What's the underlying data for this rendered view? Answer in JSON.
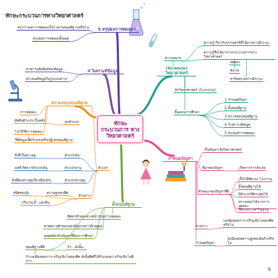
{
  "diagram": {
    "title": "ทักษะกระบวนการทางวิทยาศาสตร์",
    "nodes": [
      {
        "text": [
          "ทักษะ กระบวนการ ทางวิทยาศาสตร์"
        ]
      },
      {
        "text": [
          "(Science) วิทยาศาสตร์"
        ]
      },
      {
        "text": [
          "กำหนดปัญหา"
        ]
      },
      {
        "text": [
          "ตั้งสมมติฐาน"
        ]
      },
      {
        "text": [
          "ตรวจสอบสมมติฐาน"
        ]
      },
      {
        "text": [
          "4 วิเคราะห์ข้อมูล"
        ]
      },
      {
        "text": [
          "5 สรุปผลการทดลอง"
        ]
      }
    ],
    "edges": [
      {
        "from": 0,
        "to": 1,
        "arrow": "none"
      },
      {
        "from": 0,
        "to": 2,
        "arrow": "none"
      },
      {
        "from": 0,
        "to": 3,
        "arrow": "none"
      },
      {
        "from": 0,
        "to": 4,
        "arrow": "none"
      },
      {
        "from": 0,
        "to": 5,
        "arrow": "none"
      },
      {
        "from": 0,
        "to": 6,
        "arrow": "none"
      }
    ],
    "labels": [
      "ความหมาย",
      "ความรู้เกี่ยวกับธรรมชาติที่ได้มาอย่างมีระบบ",
      "ความรู้ซึ่งได้มาจากกระบวนการทางวิทยาศาสตร์",
      "ทดลอง",
      "สังเกต",
      "หาข้อสรุปอย่างมีระบบ",
      "นักวิทยาศาสตร์ (Scientist)",
      "ขั้นตอนการศึกษา",
      "1 กำหนดปัญหา",
      "2 ตั้งสมมติฐาน",
      "3 ตรวจสอบสมมติฐาน",
      "4 วิเคราะห์ข้อมูล",
      "5 สรุปผลการทดลอง",
      "เป็นปัญหาเชิงวิทยาศาสตร์",
      "ที่มาของปัญหา",
      "เกิดจากการสังเกต",
      "ลักษณะของปัญหาที่ดี",
      "เห็นได้ชัดเจน ไม่วกวน",
      "ตั้งสมมติฐานได้",
      "มีตัวแปรที่ควบคุมได้",
      "ตรวจสอบได้จากการทดลอง",
      "ใช้ระยะเวลาไม่นาน",
      "ตัวอย่าง",
      "แสงมีผลต่อการเจริญเติบโตของพืชหรือไม่",
      "กำหนดปัญหา",
      "ปุ๋ยมีผลต่อความสูงของต้นถั่วหรือไม่",
      "คิดหาคำตอบล่วงหน้าก่อนการทดลอง",
      "คาดคะเนคำตอบของปัญหาอย่างมีเหตุผล",
      "สอดคล้องกับปัญหาที่ต้องการศึกษา",
      "สมมติฐานที่ดี",
      "ถ้า...ดังนั้น...",
      "ถ้าแสงมีผลต่อการเจริญเติบโตของพืช ดังนั้นพืชที่ได้รับแสงจะเจริญเติบโตดีกว่า",
      "การทดลอง",
      "ตัดสินตัวแปรเป็นหลัก",
      "ทุกตัวแปร",
      "ไม่ได้ใช้การทดลอง",
      "ใช้ข้อมูลเพื่อรับรองหรือปฏิเสธสมมติฐาน",
      "ตัวแปรต้น",
      "สิ่งที่เป็นสาเหตุ",
      "ตัวแปรตาม",
      "ผลที่เกิดจากตัวแปรต้น",
      "ตัวแปรควบคุม",
      "สิ่งที่ต้องควบคุมให้เหมือนกัน",
      "ตัวแปร",
      "ตัวอย่าง",
      "ชนิดของปุ๋ย",
      "ความสูงของพืช",
      "ปริมาณน้ำ แสง ดิน",
      "สรุปว่าผลการทดลองเป็นไปตามสมมติฐานหรือไม่",
      "สรุปผลการทดลองทั้งหมด",
      "หาความสัมพันธ์ของข้อมูล",
      "นำเสนอข้อมูลในรูปแบบต่างๆ",
      "9"
    ]
  }
}
